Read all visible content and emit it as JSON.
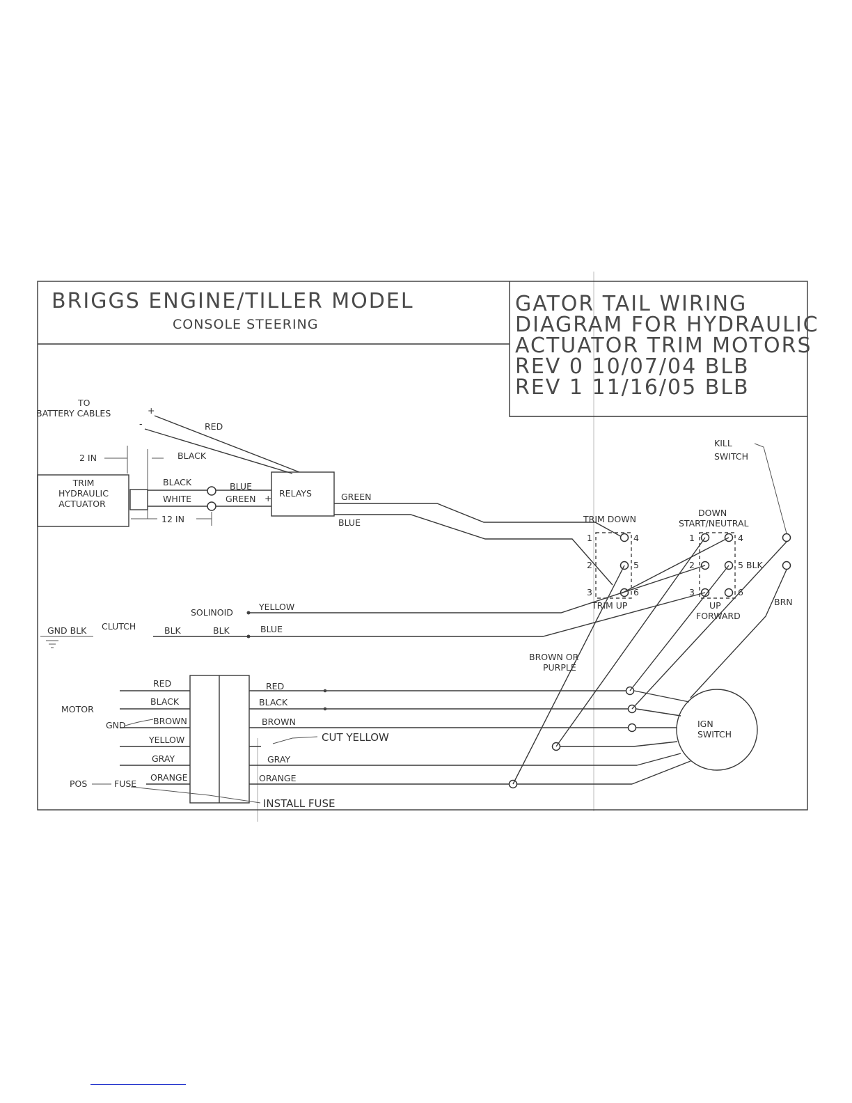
{
  "title_left": {
    "line1": "BRIGGS ENGINE/TILLER MODEL",
    "line2": "CONSOLE STEERING"
  },
  "title_right": [
    "GATOR TAIL WIRING",
    "DIAGRAM FOR HYDRAULIC",
    "ACTUATOR TRIM MOTORS",
    "REV 0 10/07/04 BLB",
    "REV 1 11/16/05 BLB"
  ],
  "battery": {
    "to": "TO",
    "cables": "BATTERY CABLES",
    "plus": "+",
    "minus": "-"
  },
  "relay_section": {
    "red": "RED",
    "black_top": "BLACK",
    "dim_2in": "2 IN",
    "dim_12in": "12 IN",
    "actuator": [
      "TRIM",
      "HYDRAULIC",
      "ACTUATOR"
    ],
    "black": "BLACK",
    "white": "WHITE",
    "blue": "BLUE",
    "green": "GREEN",
    "plus": "+",
    "relays": "RELAYS",
    "out_green": "GREEN",
    "out_blue": "BLUE"
  },
  "trim_switch": {
    "top": "TRIM DOWN",
    "bottom": "TRIM UP",
    "left_nums": [
      "1",
      "2",
      "3"
    ],
    "right_nums": [
      "4",
      "5",
      "6"
    ]
  },
  "start_switch": {
    "top1": "DOWN",
    "top2": "START/NEUTRAL",
    "bottom1": "UP",
    "bottom2": "FORWARD",
    "left_nums": [
      "1",
      "2",
      "3"
    ],
    "right_nums": [
      "4",
      "5 BLK",
      "6"
    ]
  },
  "kill_switch": {
    "line1": "KILL",
    "line2": "SWITCH",
    "brn": "BRN"
  },
  "clutch": {
    "solinoid": "SOLINOID",
    "yellow": "YELLOW",
    "gnd_blk": "GND BLK",
    "clutch": "CLUTCH",
    "blk1": "BLK",
    "blk2": "BLK",
    "blue": "BLUE"
  },
  "brown_purple": [
    "BROWN OR",
    "PURPLE"
  ],
  "motor": {
    "motor": "MOTOR",
    "gnd": "GND",
    "pos": "POS",
    "fuse": "FUSE",
    "left_wires": [
      "RED",
      "BLACK",
      "BROWN",
      "YELLOW",
      "GRAY",
      "ORANGE"
    ],
    "right_wires": [
      "RED",
      "BLACK",
      "BROWN",
      "",
      "GRAY",
      "ORANGE"
    ],
    "cut_yellow": "CUT YELLOW",
    "install_fuse": "INSTALL FUSE"
  },
  "ign_switch": [
    "IGN",
    "SWITCH"
  ]
}
